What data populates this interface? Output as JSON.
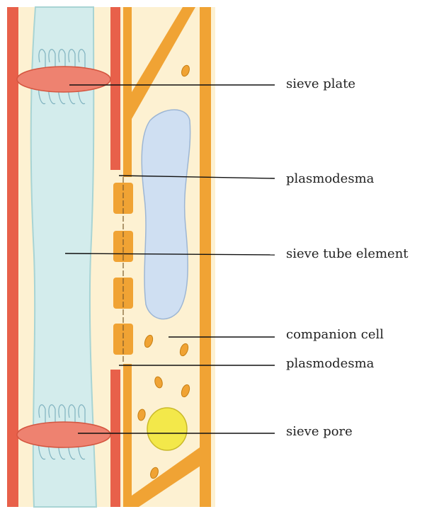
{
  "labels": {
    "sieve_plate": "sieve plate",
    "plasmodesma_top": "plasmodesma",
    "sieve_tube_element": "sieve tube element",
    "companion_cell": "companion cell",
    "plasmodesma_bottom": "plasmodesma",
    "sieve_pore": "sieve pore"
  },
  "colors": {
    "cell_wall_red": "#e8604a",
    "sieve_plate": "#ee8270",
    "companion_wall": "#f0a334",
    "cytoplasm": "#fdf1d2",
    "sieve_tube_fill": "#cfeaea",
    "vacuole": "#cfdff2",
    "nucleus": "#f3e84a",
    "leader_line": "#111111"
  }
}
